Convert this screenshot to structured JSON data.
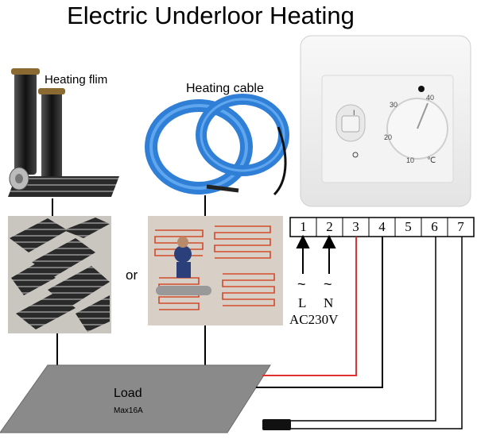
{
  "title": "Electric Underloor Heating",
  "labels": {
    "heating_film": "Heating flim",
    "heating_cable": "Heating cable",
    "or": "or",
    "load": "Load",
    "load_rating": "Max16A",
    "live": "L",
    "neutral": "N",
    "supply": "AC230V",
    "ac_symbol": "~"
  },
  "thermostat": {
    "dial_scale": [
      "10",
      "20",
      "30",
      "40"
    ],
    "unit": "℃",
    "switch_on": "I",
    "switch_off": "O"
  },
  "terminals": [
    "1",
    "2",
    "3",
    "4",
    "5",
    "6",
    "7"
  ],
  "colors": {
    "cable_blue": "#2f7fd6",
    "load_plate": "#8a8a8a",
    "red_wire": "#e03030",
    "film": "#1a1a1a"
  }
}
